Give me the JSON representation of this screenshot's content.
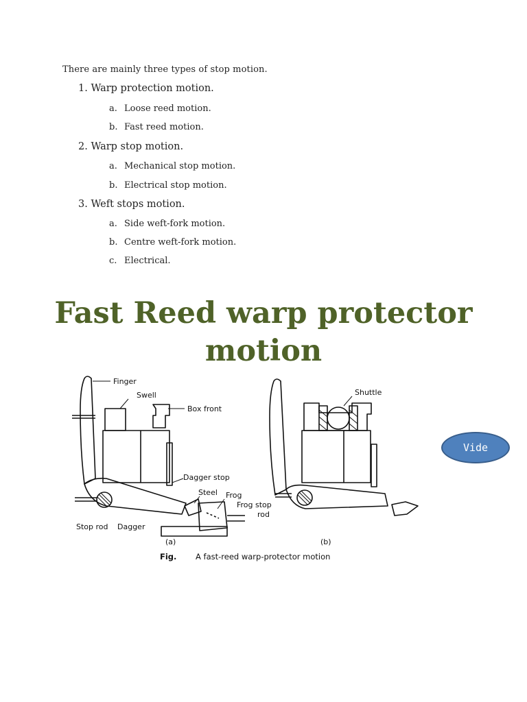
{
  "intro": "There are mainly three types of stop motion.",
  "outline": [
    {
      "label": "1. Warp protection motion.",
      "subs": [
        {
          "letter": "a.",
          "text": "Loose reed motion."
        },
        {
          "letter": "b.",
          "text": "Fast reed motion."
        }
      ]
    },
    {
      "label": "2. Warp stop motion.",
      "subs": [
        {
          "letter": "a.",
          "text": "Mechanical stop motion."
        },
        {
          "letter": "b.",
          "text": "Electrical stop motion."
        }
      ]
    },
    {
      "label": "3. Weft stops motion.",
      "subs": [
        {
          "letter": "a.",
          "text": "Side weft-fork motion."
        },
        {
          "letter": "b.",
          "text": "Centre weft-fork motion."
        },
        {
          "letter": "c.",
          "text": "Electrical."
        }
      ]
    }
  ],
  "heading": {
    "line1": "Fast Reed warp protector",
    "line2": "motion"
  },
  "figure": {
    "labels": {
      "finger": "Finger",
      "swell": "Swell",
      "box_front": "Box front",
      "dagger_stop": "Dagger stop",
      "steel": "Steel",
      "frog": "Frog",
      "frog_stop_rod_1": "Frog stop",
      "frog_stop_rod_2": "rod",
      "stop_rod": "Stop rod",
      "dagger": "Dagger",
      "shuttle": "Shuttle",
      "part_a": "(a)",
      "part_b": "(b)"
    },
    "caption_prefix": "Fig.",
    "caption": "A fast-reed warp-protector motion"
  },
  "video_button": "Vide",
  "colors": {
    "heading": "#4f6228",
    "button_fill": "#4f81bd",
    "button_border": "#385d8a"
  }
}
